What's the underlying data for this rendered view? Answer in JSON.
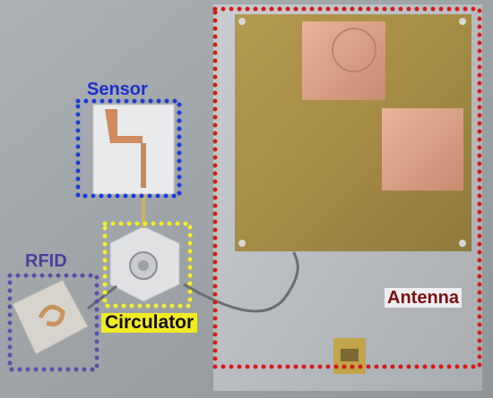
{
  "labels": {
    "sensor": "Sensor",
    "rfid": "RFID",
    "circulator": "Circulator",
    "antenna": "Antenna"
  },
  "colors": {
    "sensor_box": "#1f3bd6",
    "rfid_box": "#5b4ea8",
    "circulator_box": "#f5ef2a",
    "antenna_box": "#d41a1a"
  }
}
